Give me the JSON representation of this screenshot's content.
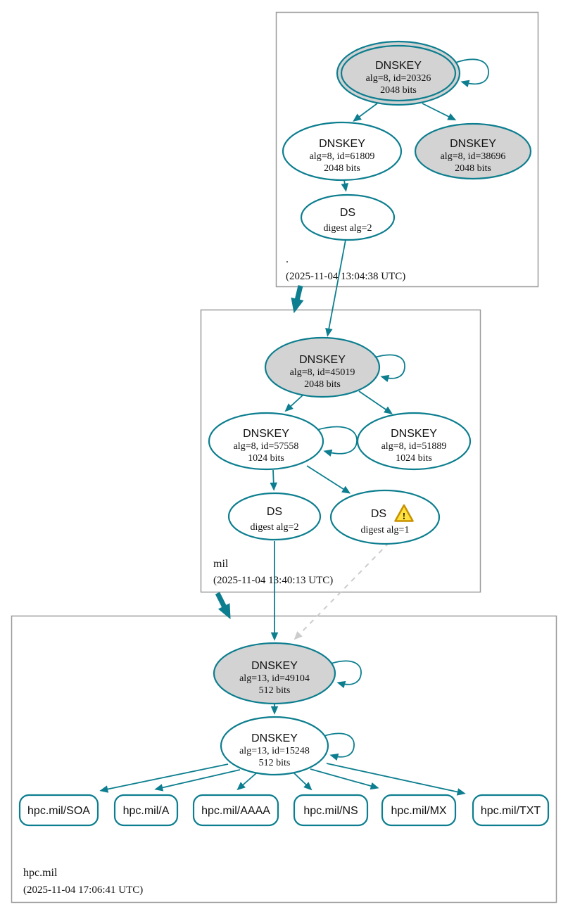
{
  "diagram": {
    "kind": "dnssec-authentication-chain-graph",
    "colors": {
      "edge_teal": "#0d7e8f",
      "sep_node_fill": "#d3d3d3",
      "node_fill": "#ffffff",
      "zone_border_gray": "#9a9a9a",
      "insecure_edge_gray": "#cccccc",
      "warning_fill": "#ffe13d",
      "warning_border": "#c79100",
      "text": "#111111"
    }
  },
  "zones": [
    {
      "label": ".",
      "timestamp": "(2025-11-04 13:04:38 UTC)",
      "nodes": [
        {
          "id": "dnskey-20326",
          "title": "DNSKEY",
          "line2": "alg=8, id=20326",
          "line3": "2048 bits",
          "sep": true,
          "double_ring": true,
          "self_signed": true
        },
        {
          "id": "dnskey-61809",
          "title": "DNSKEY",
          "line2": "alg=8, id=61809",
          "line3": "2048 bits",
          "sep": false
        },
        {
          "id": "dnskey-38696",
          "title": "DNSKEY",
          "line2": "alg=8, id=38696",
          "line3": "2048 bits",
          "sep": true
        },
        {
          "id": "ds-root",
          "title": "DS",
          "line2": "digest alg=2"
        }
      ]
    },
    {
      "label": "mil",
      "timestamp": "(2025-11-04 13:40:13 UTC)",
      "nodes": [
        {
          "id": "dnskey-45019",
          "title": "DNSKEY",
          "line2": "alg=8, id=45019",
          "line3": "2048 bits",
          "sep": true,
          "self_signed": true
        },
        {
          "id": "dnskey-57558",
          "title": "DNSKEY",
          "line2": "alg=8, id=57558",
          "line3": "1024 bits",
          "sep": false,
          "self_signed": true
        },
        {
          "id": "dnskey-51889",
          "title": "DNSKEY",
          "line2": "alg=8, id=51889",
          "line3": "1024 bits",
          "sep": false
        },
        {
          "id": "ds-mil-alg2",
          "title": "DS",
          "line2": "digest alg=2"
        },
        {
          "id": "ds-mil-alg1",
          "title": "DS",
          "line2": "digest alg=1",
          "warning": true,
          "warning_mark": "!"
        }
      ]
    },
    {
      "label": "hpc.mil",
      "timestamp": "(2025-11-04 17:06:41 UTC)",
      "nodes": [
        {
          "id": "dnskey-49104",
          "title": "DNSKEY",
          "line2": "alg=13, id=49104",
          "line3": "512 bits",
          "sep": true,
          "self_signed": true
        },
        {
          "id": "dnskey-15248",
          "title": "DNSKEY",
          "line2": "alg=13, id=15248",
          "line3": "512 bits",
          "sep": false,
          "self_signed": true
        }
      ],
      "rrsets": [
        "hpc.mil/SOA",
        "hpc.mil/A",
        "hpc.mil/AAAA",
        "hpc.mil/NS",
        "hpc.mil/MX",
        "hpc.mil/TXT"
      ]
    }
  ]
}
